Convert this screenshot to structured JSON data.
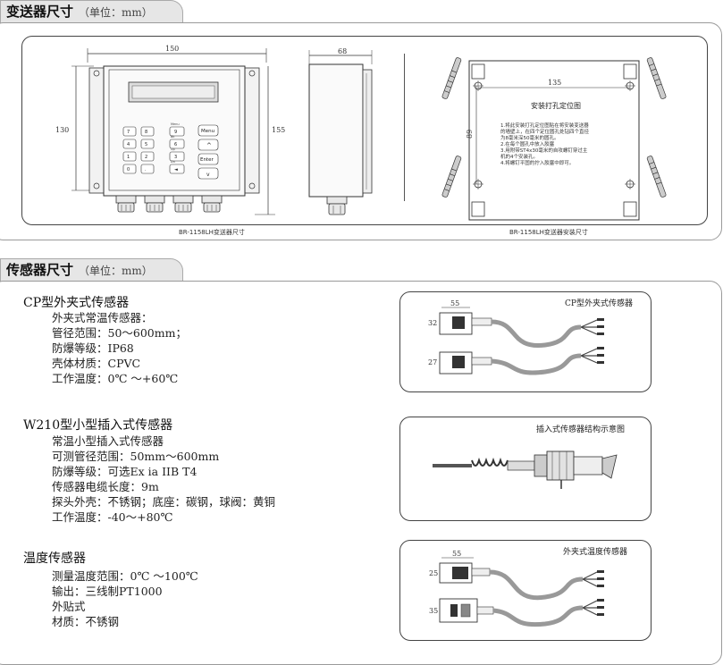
{
  "transmitter_section": {
    "title": "变送器尺寸",
    "unit": "（单位：mm）",
    "front_view": {
      "width_label": "150",
      "height_label": "130",
      "total_height_label": "155"
    },
    "keypad": {
      "menu_label": "Menu",
      "enter_label": "Enter",
      "up_label": "^",
      "down_label": "v",
      "func_labels": [
        "Menu",
        "Bk",
        "Up",
        "Dn"
      ]
    },
    "side_view": {
      "depth_label": "68"
    },
    "front_caption": "BR-1158LH变送器尺寸",
    "mount_drawing": {
      "title": "安装打孔定位图",
      "width_label": "135",
      "height_label": "89",
      "notes": [
        "1.将此安装打孔定位图贴在将安装变送器",
        "的墙壁上，在四个定位圆孔处钻四个直径",
        "为8毫米深50毫米的圆孔。",
        "2.在每个圆孔中放入胶塞",
        "3.用附带ST4x30毫米的自攻螺钉穿过主",
        "机的4个安装孔。",
        "4.将螺钉平固的拧入胶塞中即可。"
      ],
      "caption": "BR-1158LH变送器安装尺寸"
    }
  },
  "sensor_section": {
    "title": "传感器尺寸",
    "unit": "（单位：mm）",
    "sensors": [
      {
        "name": "CP型外夹式传感器",
        "specs": [
          "外夹式常温传感器：",
          "管径范围：50～600mm；",
          "防爆等级：IP68",
          "壳体材质：CPVC",
          "工作温度：0℃ ～+60℃"
        ],
        "diagram_title": "CP型外夹式传感器",
        "dims": [
          "55",
          "32",
          "27"
        ]
      },
      {
        "name": "W210型小型插入式传感器",
        "specs": [
          "常温小型插入式传感器",
          "可测管径范围：50mm～600mm",
          "防爆等级：可选Ex ia IIB T4",
          "传感器电缆长度：9m",
          "探头外壳：不锈钢；底座：碳钢，球阀：黄铜",
          "工作温度：-40～+80℃"
        ],
        "diagram_title": "插入式传感器结构示意图"
      },
      {
        "name": "温度传感器",
        "specs": [
          "测量温度范围：0℃ ～100℃",
          "输出：三线制PT1000",
          "外贴式",
          "材质：不锈钢"
        ],
        "diagram_title": "外夹式温度传感器",
        "dims": [
          "55",
          "25",
          "35"
        ]
      }
    ]
  }
}
